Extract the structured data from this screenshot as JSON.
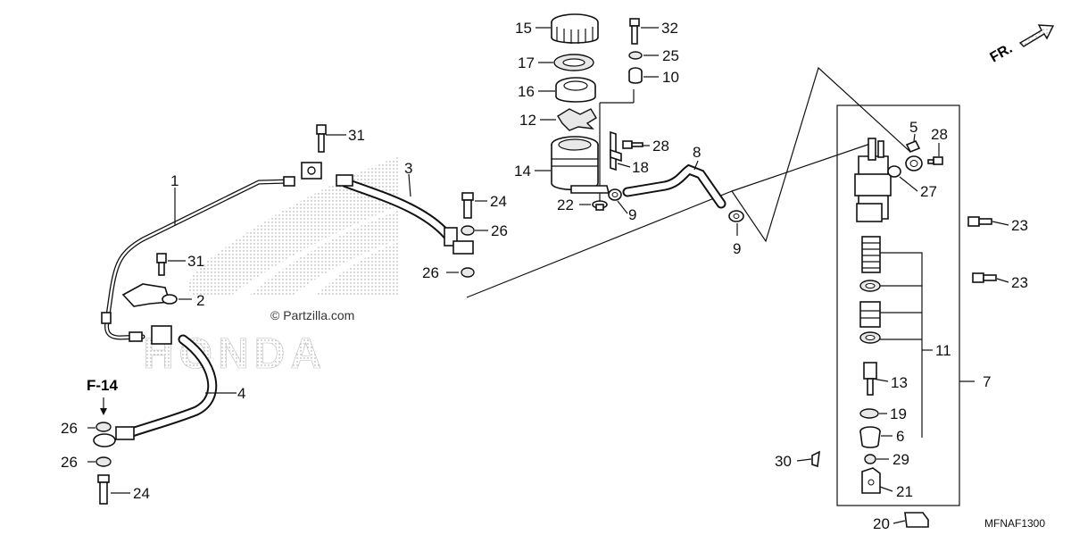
{
  "watermark": "© Partzilla.com",
  "brand_watermark": "HONDA",
  "diagram_code": "MFNAF1300",
  "direction_label": "FR.",
  "reference_label": "F-14",
  "callouts": {
    "c1": "1",
    "c2": "2",
    "c3": "3",
    "c4": "4",
    "c5": "5",
    "c6": "6",
    "c7": "7",
    "c8": "8",
    "c9a": "9",
    "c9b": "9",
    "c10": "10",
    "c11": "11",
    "c12": "12",
    "c13": "13",
    "c14": "14",
    "c15": "15",
    "c16": "16",
    "c17": "17",
    "c18": "18",
    "c19": "19",
    "c20": "20",
    "c21": "21",
    "c22": "22",
    "c23a": "23",
    "c23b": "23",
    "c24a": "24",
    "c24b": "24",
    "c25": "25",
    "c26a": "26",
    "c26b": "26",
    "c26c": "26",
    "c26d": "26",
    "c27": "27",
    "c28a": "28",
    "c28b": "28",
    "c29": "29",
    "c30": "30",
    "c31a": "31",
    "c31b": "31",
    "c32": "32"
  }
}
